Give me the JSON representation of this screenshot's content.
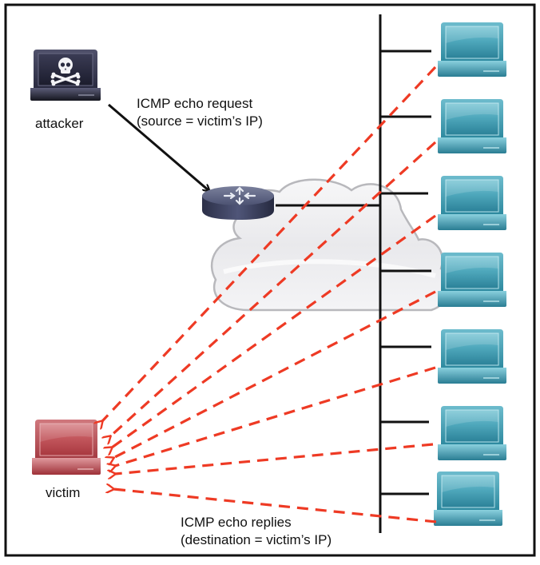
{
  "diagram": {
    "title": "Smurf attack (ICMP echo amplification)",
    "nodes": {
      "attacker": {
        "label": "attacker",
        "icon": "laptop-skull-icon",
        "color": "#2e2f45"
      },
      "victim": {
        "label": "victim",
        "icon": "laptop-icon",
        "color": "#b8494f"
      },
      "router": {
        "icon": "router-icon",
        "color": "#3c4160"
      },
      "network": {
        "icon": "cloud-icon"
      },
      "hosts": [
        {
          "id": "host-1",
          "icon": "laptop-icon"
        },
        {
          "id": "host-2",
          "icon": "laptop-icon"
        },
        {
          "id": "host-3",
          "icon": "laptop-icon"
        },
        {
          "id": "host-4",
          "icon": "laptop-icon"
        },
        {
          "id": "host-5",
          "icon": "laptop-icon"
        },
        {
          "id": "host-6",
          "icon": "laptop-icon"
        },
        {
          "id": "host-7",
          "icon": "laptop-icon"
        }
      ],
      "host_color": "#3f9bb0"
    },
    "labels": {
      "request_line1": "ICMP echo request",
      "request_line2": "(source = victim’s IP)",
      "reply_line1": "ICMP echo replies",
      "reply_line2": "(destination = victim’s IP)"
    },
    "edges": {
      "request": {
        "from": "attacker",
        "to": "router",
        "style": "solid",
        "color": "#111111"
      },
      "replies": {
        "from": "hosts",
        "to": "victim",
        "style": "dashed",
        "color": "#ee3a24",
        "count": 7
      }
    }
  }
}
